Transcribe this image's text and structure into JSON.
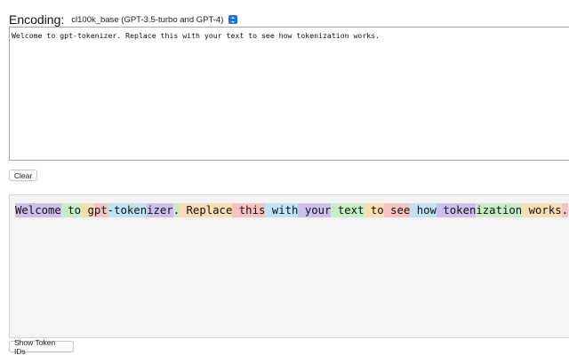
{
  "encoding": {
    "label": "Encoding:",
    "selected": "cl100k_base (GPT-3.5-turbo and GPT-4)"
  },
  "input": {
    "value": "Welcome to gpt-tokenizer. Replace this with your text to see how tokenization works."
  },
  "buttons": {
    "clear_label": "Clear",
    "show_ids_label": "Show Token IDs"
  },
  "tokens": [
    {
      "text": "Welcome",
      "color": "#cdc0ec"
    },
    {
      "text": " to",
      "color": "#c9ebc5"
    },
    {
      "text": " g",
      "color": "#f7deb5"
    },
    {
      "text": "pt",
      "color": "#f6c3c3"
    },
    {
      "text": "-token",
      "color": "#bfe3f3"
    },
    {
      "text": "izer",
      "color": "#cdc0ec"
    },
    {
      "text": ".",
      "color": "#c9ebc5"
    },
    {
      "text": " Replace",
      "color": "#f7deb5"
    },
    {
      "text": " this",
      "color": "#f6c3c3"
    },
    {
      "text": " with",
      "color": "#bfe3f3"
    },
    {
      "text": " your",
      "color": "#cdc0ec"
    },
    {
      "text": " text",
      "color": "#c9ebc5"
    },
    {
      "text": " to",
      "color": "#f7deb5"
    },
    {
      "text": " see",
      "color": "#f6c3c3"
    },
    {
      "text": " how",
      "color": "#bfe3f3"
    },
    {
      "text": " token",
      "color": "#cdc0ec"
    },
    {
      "text": "ization",
      "color": "#c9ebc5"
    },
    {
      "text": " works",
      "color": "#f7deb5"
    },
    {
      "text": ".",
      "color": "#f6c3c3"
    }
  ]
}
